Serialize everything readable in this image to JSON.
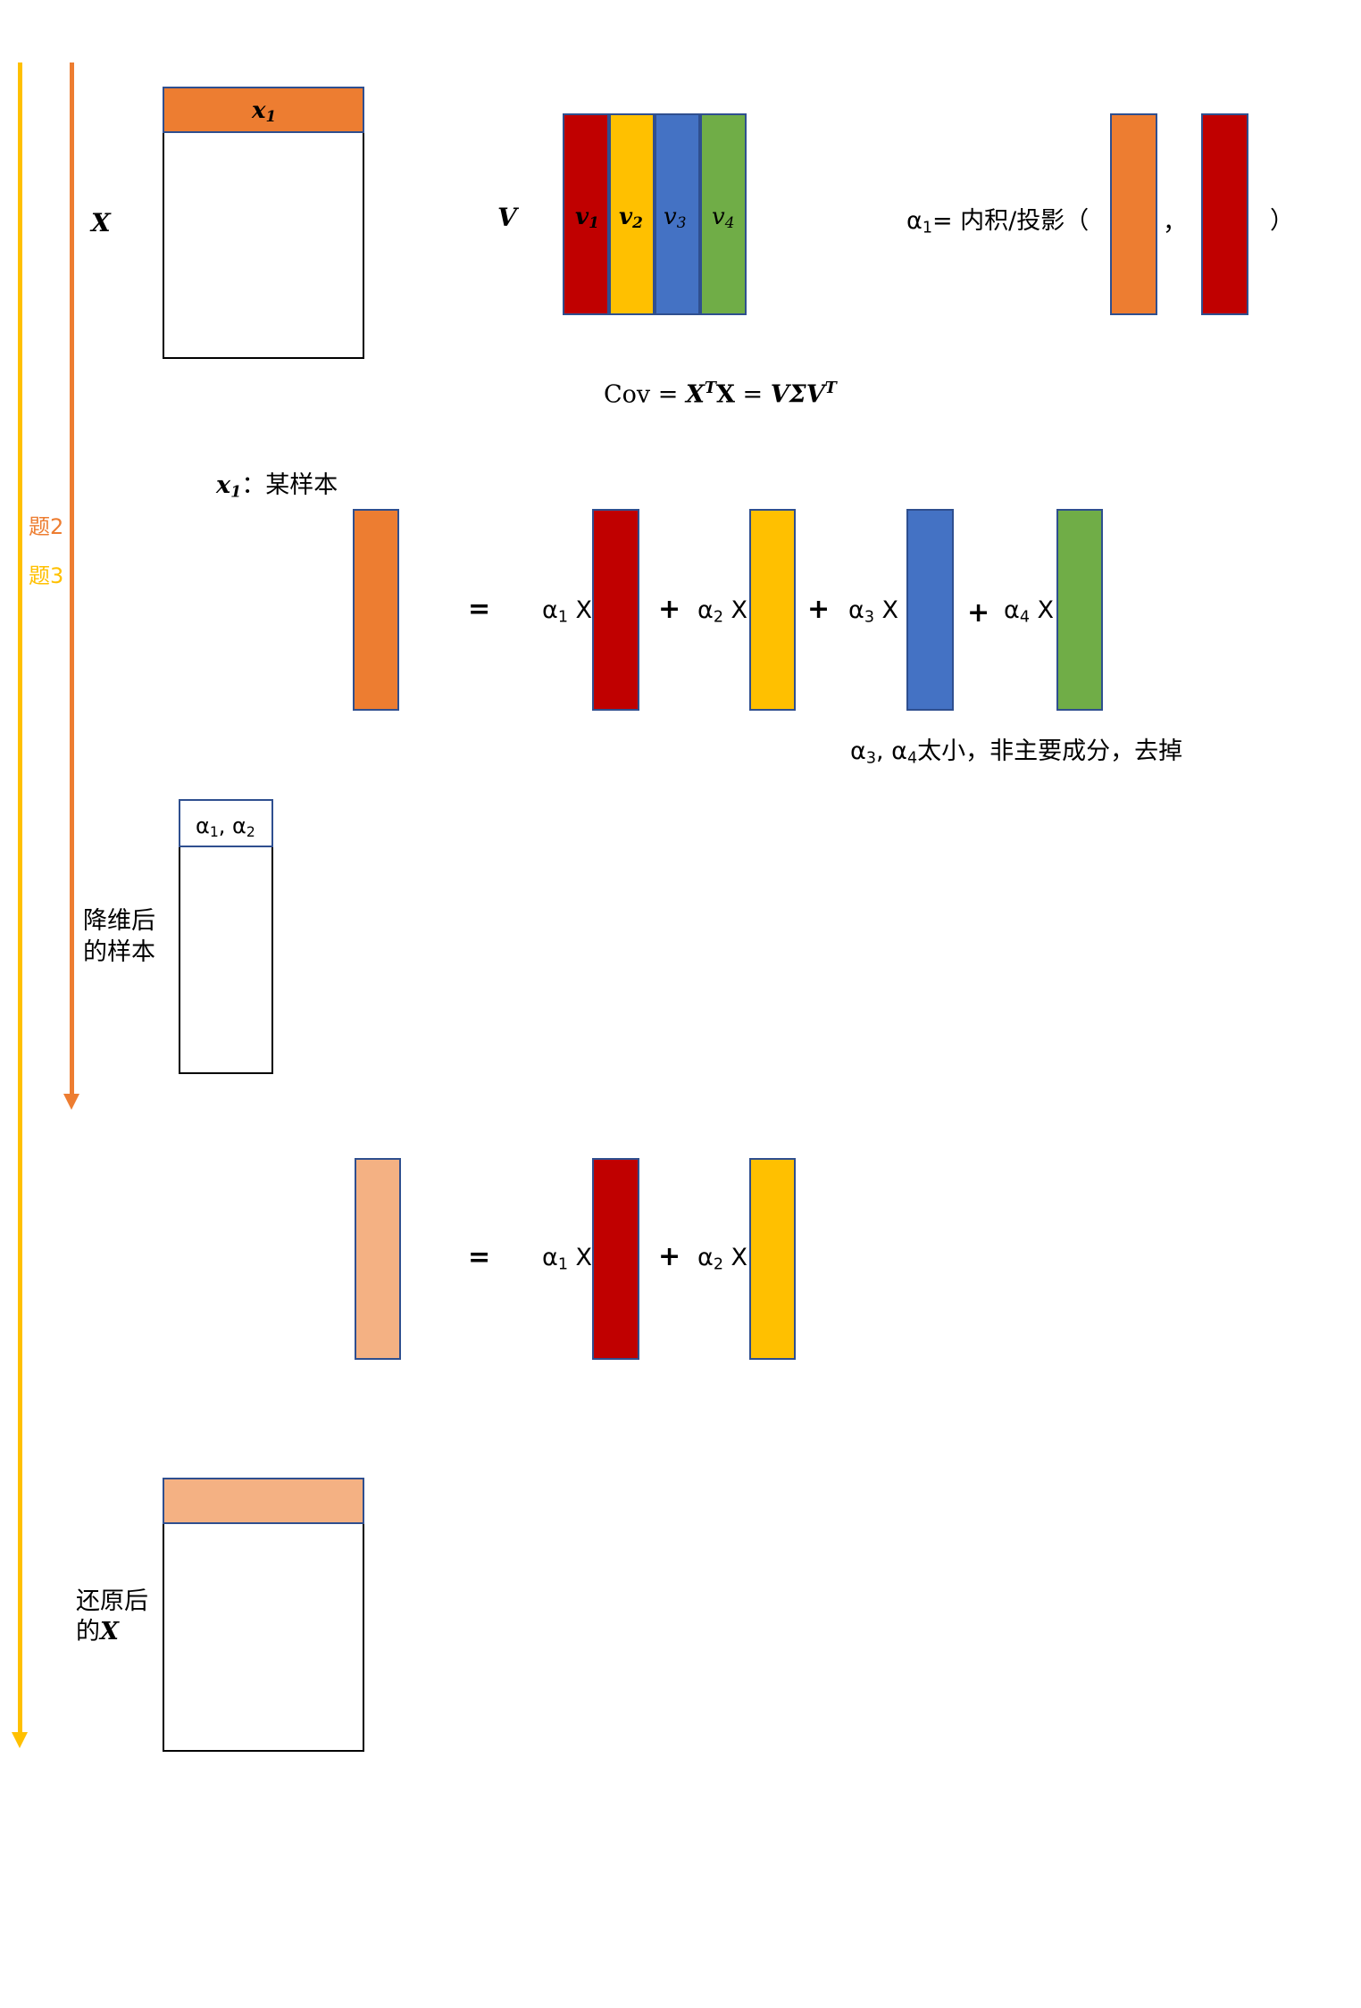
{
  "colors": {
    "orange": "#ED7D31",
    "light_orange": "#F4B183",
    "red": "#C00000",
    "yellow": "#FFC000",
    "blue": "#4472C4",
    "green": "#70AD47",
    "gold_line": "#FFC000"
  },
  "top": {
    "x_label": "X",
    "x1_header": "x",
    "x1_sub": "1",
    "v_label": "V",
    "v_cols": [
      {
        "base": "v",
        "sub": "1"
      },
      {
        "base": "v",
        "sub": "2"
      },
      {
        "base": "v",
        "sub": "3"
      },
      {
        "base": "v",
        "sub": "4"
      }
    ],
    "alpha_def_prefix": "α",
    "alpha_def_sub": "1",
    "alpha_def_text": "= 内积/投影（",
    "alpha_def_comma": "，",
    "alpha_def_close": "）"
  },
  "cov": {
    "prefix": "Cov = ",
    "x": "X",
    "sup_t": "T",
    "x2": "X",
    "eq": " = ",
    "v": "VΣV",
    "sup_t2": "T"
  },
  "sample": {
    "x": "x",
    "sub": "1",
    "label": "：某样本"
  },
  "side": {
    "label_2": "题2",
    "label_3": "题3"
  },
  "decompose": {
    "equals": "=",
    "terms": [
      {
        "alpha": "α",
        "sub": "1",
        "times": " X"
      },
      {
        "alpha": "α",
        "sub": "2",
        "times": " X"
      },
      {
        "alpha": "α",
        "sub": "3",
        "times": " X"
      },
      {
        "alpha": "α",
        "sub": "4",
        "times": " X"
      }
    ],
    "plus": "+",
    "note_a": "α",
    "note_sub3": "3",
    "note_mid": ", α",
    "note_sub4": "4",
    "note_text": "太小，非主要成分，去掉"
  },
  "reduced": {
    "header_a1": "α",
    "header_s1": "1",
    "header_mid": ", α",
    "header_s2": "2",
    "label_line1": "降维后",
    "label_line2": "的样本"
  },
  "reconstruct": {
    "equals": "=",
    "plus": "+",
    "terms": [
      {
        "alpha": "α",
        "sub": "1",
        "times": " X"
      },
      {
        "alpha": "α",
        "sub": "2",
        "times": " X"
      }
    ]
  },
  "restored": {
    "label_line1": "还原后",
    "label_line2_prefix": "的",
    "label_line2_x": "X"
  }
}
